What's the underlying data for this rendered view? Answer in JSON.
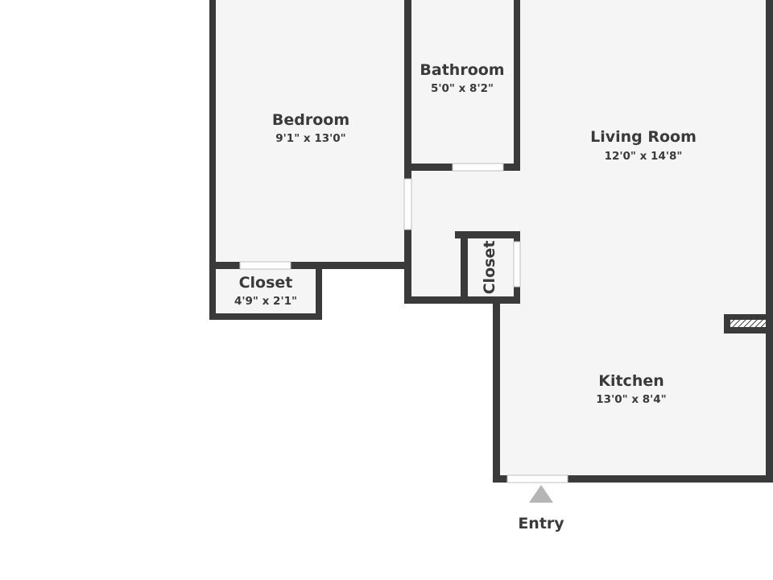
{
  "rooms": {
    "bedroom": {
      "name": "Bedroom",
      "size": "9'1\" x 13'0\""
    },
    "bathroom": {
      "name": "Bathroom",
      "size": "5'0\" x 8'2\""
    },
    "living_room": {
      "name": "Living Room",
      "size": "12'0\" x 14'8\""
    },
    "closet_left": {
      "name": "Closet",
      "size": "4'9\" x 2'1\""
    },
    "closet_center": {
      "name": "Closet"
    },
    "kitchen": {
      "name": "Kitchen",
      "size": "13'0\" x 8'4\""
    }
  },
  "entry": {
    "label": "Entry"
  },
  "colors": {
    "wall": "#3a3a3a",
    "floor": "#f5f5f5",
    "arrow": "#b5b5b5"
  }
}
